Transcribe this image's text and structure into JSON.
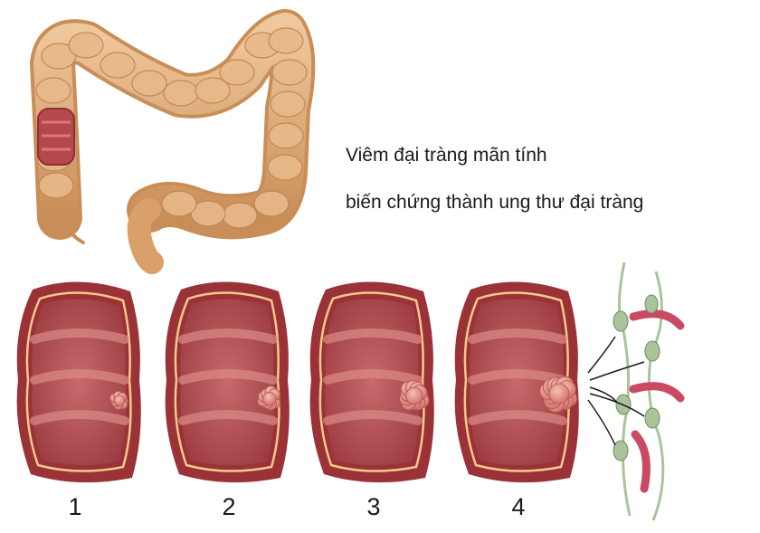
{
  "caption": {
    "line1": "Viêm đại tràng mãn tính",
    "line2": "biến chứng thành ung thư đại tràng"
  },
  "stages": [
    {
      "label": "1",
      "tumor_size": 0.25
    },
    {
      "label": "2",
      "tumor_size": 0.45
    },
    {
      "label": "3",
      "tumor_size": 0.75
    },
    {
      "label": "4",
      "tumor_size": 1.0
    }
  ],
  "colors": {
    "colon_outer": "#d9a06a",
    "colon_haustra": "#e8b98a",
    "colon_inflamed": "#b5484c",
    "wall_outer": "#9a3238",
    "wall_edge": "#f2c98c",
    "lumen": "#b9565a",
    "fold_highlight": "#dc8c86",
    "tumor": "#e7988f",
    "lymph_node": "#a9c49a",
    "lymph_vessel": "#c94a62"
  },
  "icons": {
    "colon": "colon-anatomy-illustration",
    "metastasis": "lymph-node-metastasis-illustration"
  }
}
